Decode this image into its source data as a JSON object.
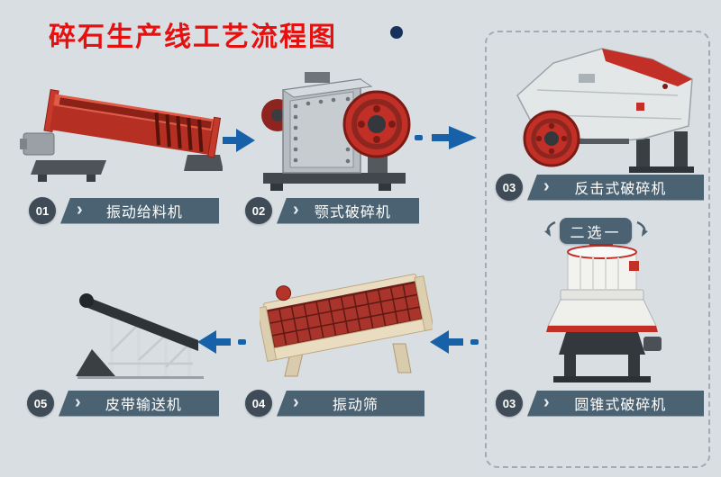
{
  "background_color": "#d9dee3",
  "title": {
    "text": "碎石生产线工艺流程图",
    "color": "#e8100e",
    "dot_color": "#17325a"
  },
  "colors": {
    "arrow_blue": "#1661a8",
    "ribbon_bg": "#4b6272",
    "number_circle_bg": "#3f4c57",
    "machine_red": "#c22f27",
    "dashed_border": "#a3abb2"
  },
  "icons": {
    "chevron": "›"
  },
  "badge": {
    "label": "二选一"
  },
  "stations": [
    {
      "number": "01",
      "label": "振动给料机",
      "machine": "vibrating-feeder"
    },
    {
      "number": "02",
      "label": "颚式破碎机",
      "machine": "jaw-crusher"
    },
    {
      "number": "03",
      "label": "反击式破碎机",
      "machine": "impact-crusher"
    },
    {
      "number": "03",
      "label": "圆锥式破碎机",
      "machine": "cone-crusher"
    },
    {
      "number": "04",
      "label": "振动筛",
      "machine": "vibrating-screen"
    },
    {
      "number": "05",
      "label": "皮带输送机",
      "machine": "belt-conveyor"
    }
  ]
}
